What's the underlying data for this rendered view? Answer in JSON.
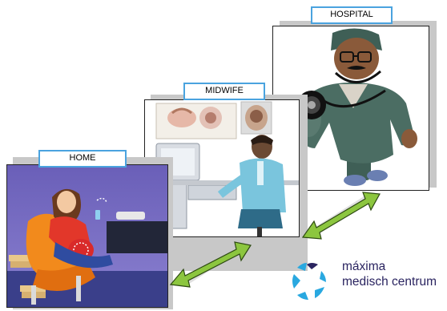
{
  "stages": [
    {
      "id": "home",
      "label": "HOME"
    },
    {
      "id": "midwife",
      "label": "MIDWIFE"
    },
    {
      "id": "hospital",
      "label": "HOSPITAL"
    }
  ],
  "connections": [
    {
      "from": "home",
      "to": "midwife",
      "style": "double-arrow",
      "color": "#8cc63f"
    },
    {
      "from": "midwife",
      "to": "hospital",
      "style": "double-arrow",
      "color": "#8cc63f"
    }
  ],
  "logo": {
    "line1": "máxima",
    "line2": "medisch centrum",
    "text_color": "#2a2460",
    "mark_colors": [
      "#2a2460",
      "#29a8e0"
    ]
  }
}
